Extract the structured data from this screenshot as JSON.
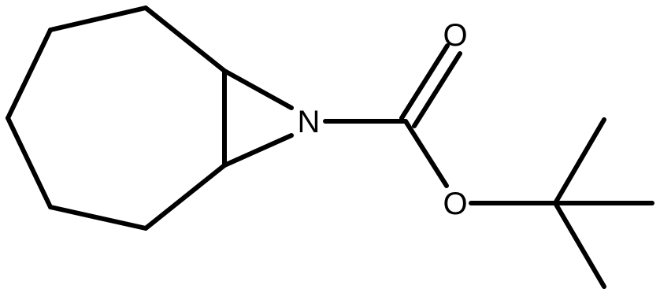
{
  "molecule": {
    "atoms": {
      "nitrogen": "N",
      "carbonyl_oxygen": "O",
      "ester_oxygen": "O"
    }
  },
  "colors": {
    "bond": "#000000",
    "label": "#000000",
    "background": "#ffffff"
  }
}
